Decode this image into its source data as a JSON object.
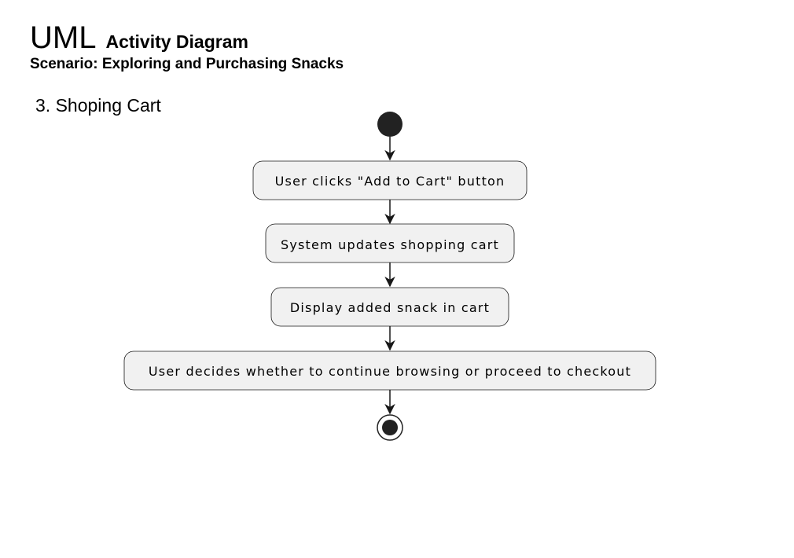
{
  "header": {
    "title": "UML",
    "subtitle": "Activity Diagram",
    "scenario": "Scenario: Exploring and Purchasing Snacks"
  },
  "section": {
    "label": "3. Shoping Cart"
  },
  "activities": [
    {
      "label": "User clicks \"Add to Cart\" button"
    },
    {
      "label": "System updates shopping cart"
    },
    {
      "label": "Display added snack in cart"
    },
    {
      "label": "User decides whether to continue browsing or proceed to checkout"
    }
  ],
  "colors": {
    "node_fill": "#f1f1f1",
    "node_stroke": "#181818",
    "edge": "#181818",
    "start_end": "#222222"
  }
}
